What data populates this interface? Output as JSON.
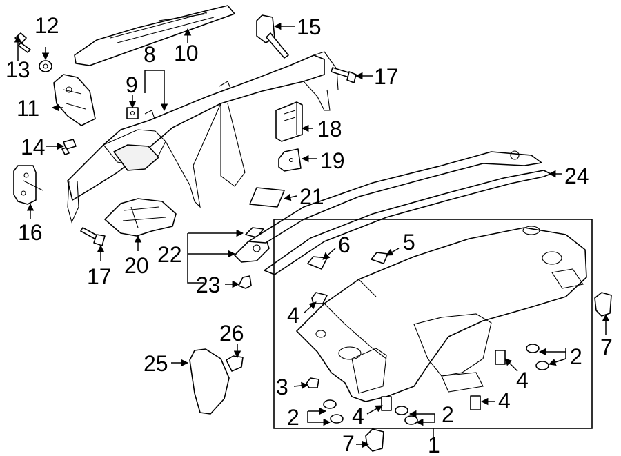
{
  "callouts": {
    "c1": "1",
    "c2a": "2",
    "c2b": "2",
    "c2c": "2",
    "c3": "3",
    "c4a": "4",
    "c4b": "4",
    "c4c": "4",
    "c4d": "4",
    "c5": "5",
    "c6": "6",
    "c7a": "7",
    "c7b": "7",
    "c8": "8",
    "c9": "9",
    "c10": "10",
    "c11": "11",
    "c12": "12",
    "c13": "13",
    "c14": "14",
    "c15": "15",
    "c16": "16",
    "c17a": "17",
    "c17b": "17",
    "c18": "18",
    "c19": "19",
    "c20": "20",
    "c21": "21",
    "c22": "22",
    "c23": "23",
    "c24": "24",
    "c25": "25",
    "c26": "26"
  }
}
